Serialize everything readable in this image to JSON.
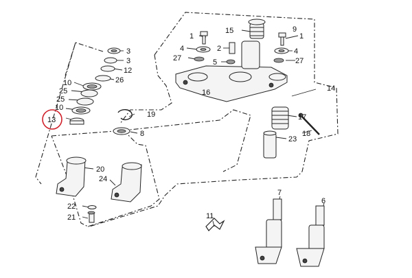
{
  "callouts": {
    "c1a": "1",
    "c1b": "1",
    "c2": "2",
    "c3a": "3",
    "c3b": "3",
    "c4a": "4",
    "c4b": "4",
    "c5": "5",
    "c6": "6",
    "c7": "7",
    "c8": "8",
    "c9": "9",
    "c10a": "10",
    "c10b": "10",
    "c11": "11",
    "c12": "12",
    "c13": "13",
    "c14": "14",
    "c15": "15",
    "c16": "16",
    "c17": "17",
    "c18": "18",
    "c19": "19",
    "c20": "20",
    "c21": "21",
    "c22": "22",
    "c23": "23",
    "c24": "24",
    "c25a": "25",
    "c25b": "25",
    "c26": "26",
    "c27a": "27",
    "c27b": "27"
  },
  "highlight": {
    "callout": "13",
    "color": "#d0202a"
  },
  "colors": {
    "line": "#222222",
    "background": "#ffffff"
  }
}
